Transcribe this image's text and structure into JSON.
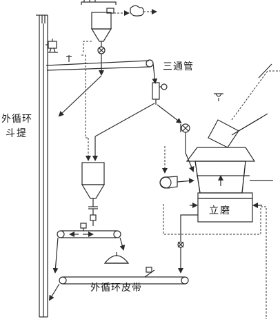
{
  "labels": {
    "tee_pipe": "三通管",
    "external_elevator_line1": "外循环",
    "external_elevator_line2": "斗提",
    "vertical_mill": "立磨",
    "external_belt": "外循环皮带"
  },
  "colors": {
    "line": "#2a2a2a",
    "background": "#ffffff"
  }
}
